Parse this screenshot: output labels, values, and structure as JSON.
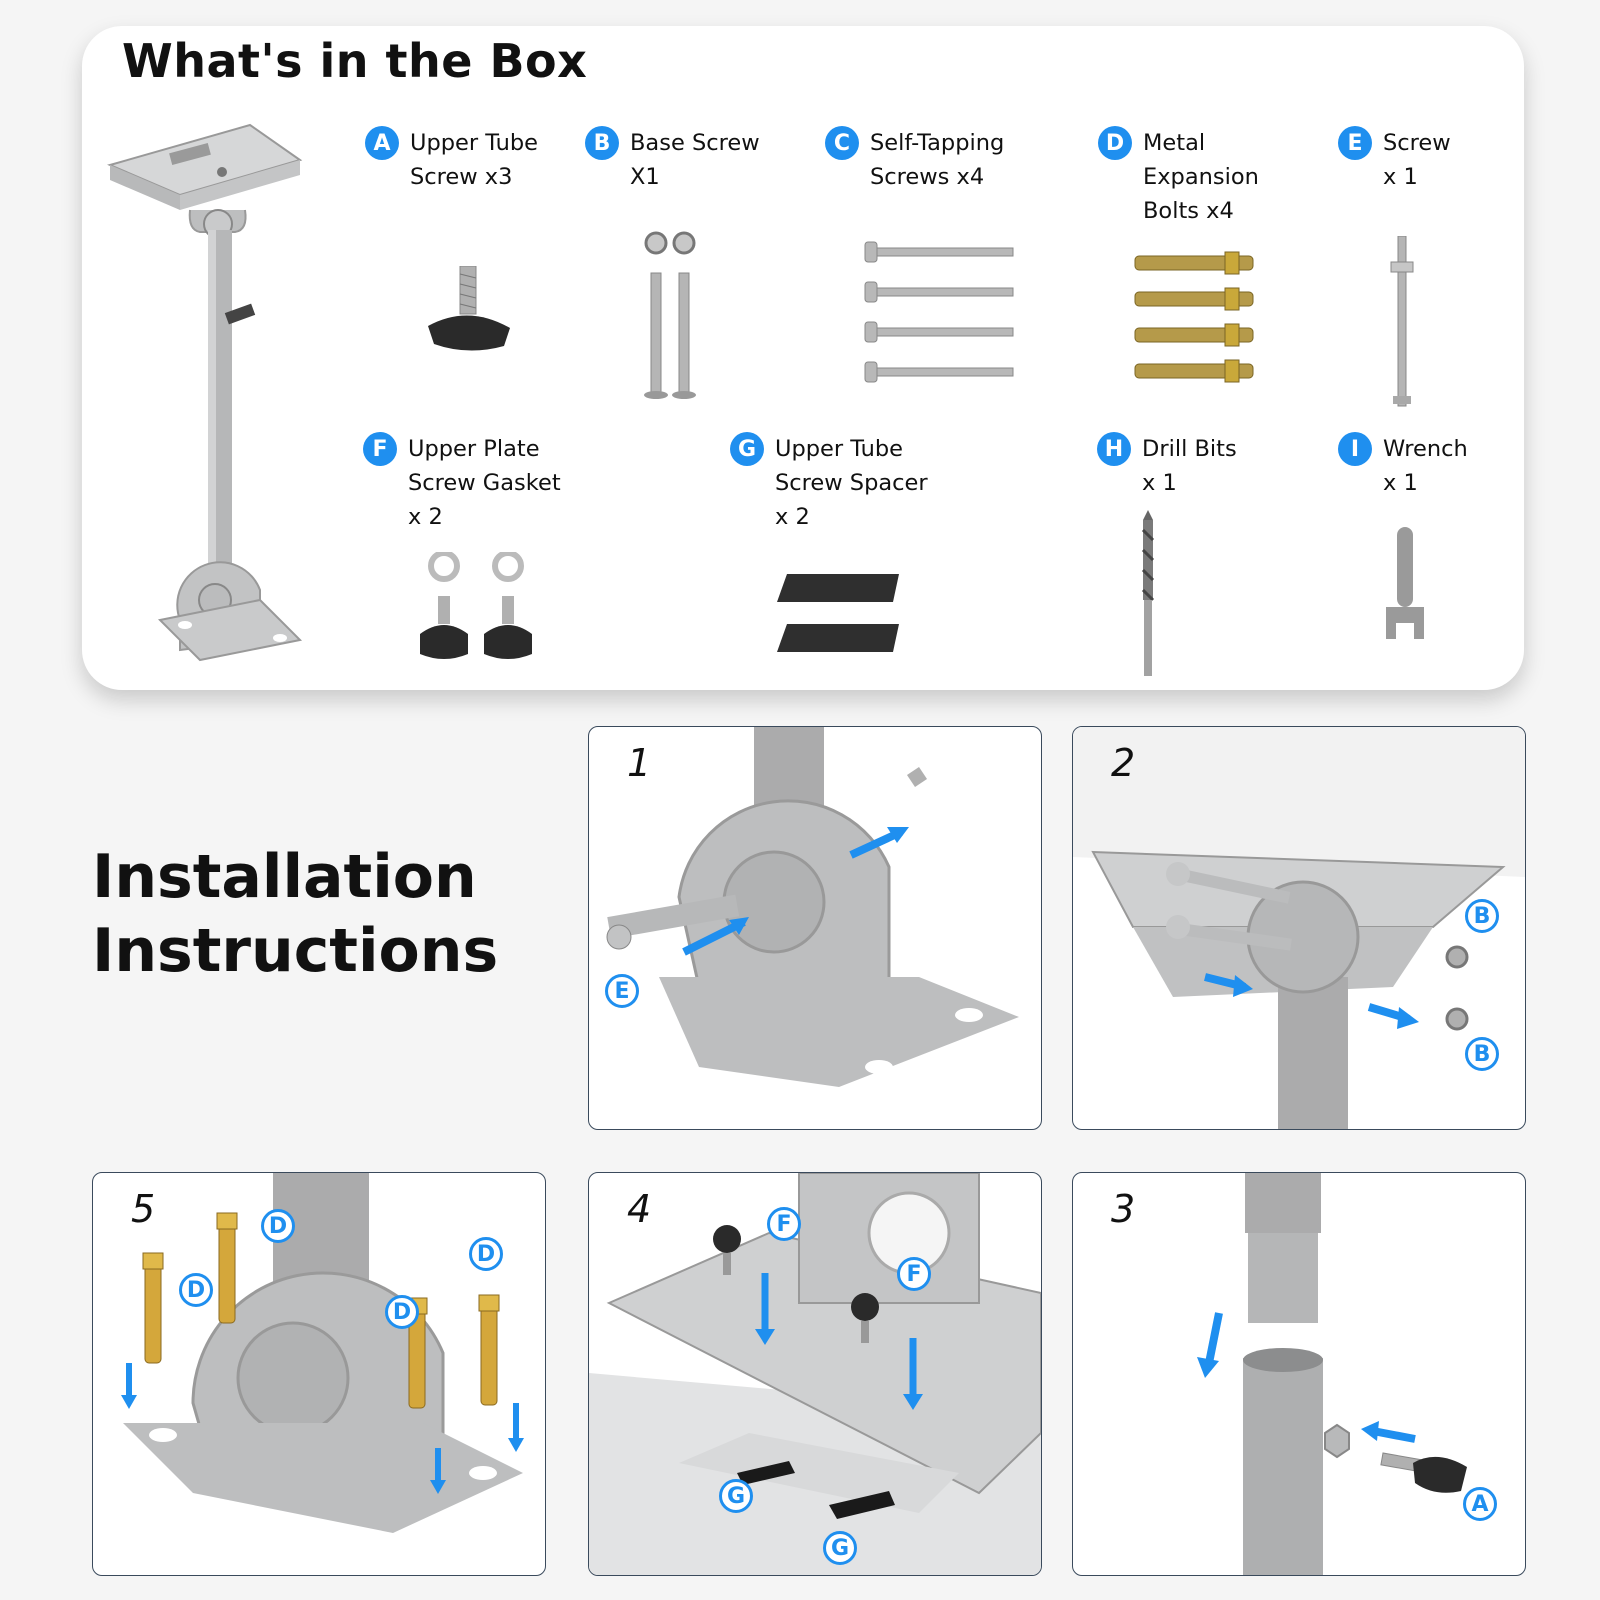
{
  "box": {
    "title": "What's in the Box",
    "parts": [
      {
        "letter": "A",
        "label": "Upper Tube\nScrew x3",
        "icon": "thumb-screw-icon"
      },
      {
        "letter": "B",
        "label": "Base Screw\nX1",
        "icon": "bolts-nuts-icon"
      },
      {
        "letter": "C",
        "label": "Self-Tapping\nScrews x4",
        "icon": "self-tapping-screws-icon"
      },
      {
        "letter": "D",
        "label": "Metal\nExpansion\nBolts x4",
        "icon": "expansion-bolts-icon"
      },
      {
        "letter": "E",
        "label": "Screw\nx 1",
        "icon": "long-screw-icon"
      },
      {
        "letter": "F",
        "label": "Upper Plate\nScrew Gasket\nx 2",
        "icon": "gaskets-knobs-icon"
      },
      {
        "letter": "G",
        "label": "Upper Tube\nScrew Spacer\nx 2",
        "icon": "spacer-pads-icon"
      },
      {
        "letter": "H",
        "label": "Drill Bits\nx 1",
        "icon": "drill-bit-icon"
      },
      {
        "letter": "I",
        "label": "Wrench\nx 1",
        "icon": "wrench-icon"
      }
    ]
  },
  "install": {
    "title": "Installation\nInstructions",
    "steps": [
      {
        "number": "1",
        "callouts": [
          "E"
        ]
      },
      {
        "number": "2",
        "callouts": [
          "B",
          "B"
        ]
      },
      {
        "number": "3",
        "callouts": [
          "A"
        ]
      },
      {
        "number": "4",
        "callouts": [
          "F",
          "F",
          "G",
          "G"
        ]
      },
      {
        "number": "5",
        "callouts": [
          "D",
          "D",
          "D",
          "D"
        ]
      }
    ]
  },
  "colors": {
    "accent": "#1f8fef",
    "metal": "#a9aaab",
    "card": "#ffffff",
    "background": "#f5f5f5"
  }
}
